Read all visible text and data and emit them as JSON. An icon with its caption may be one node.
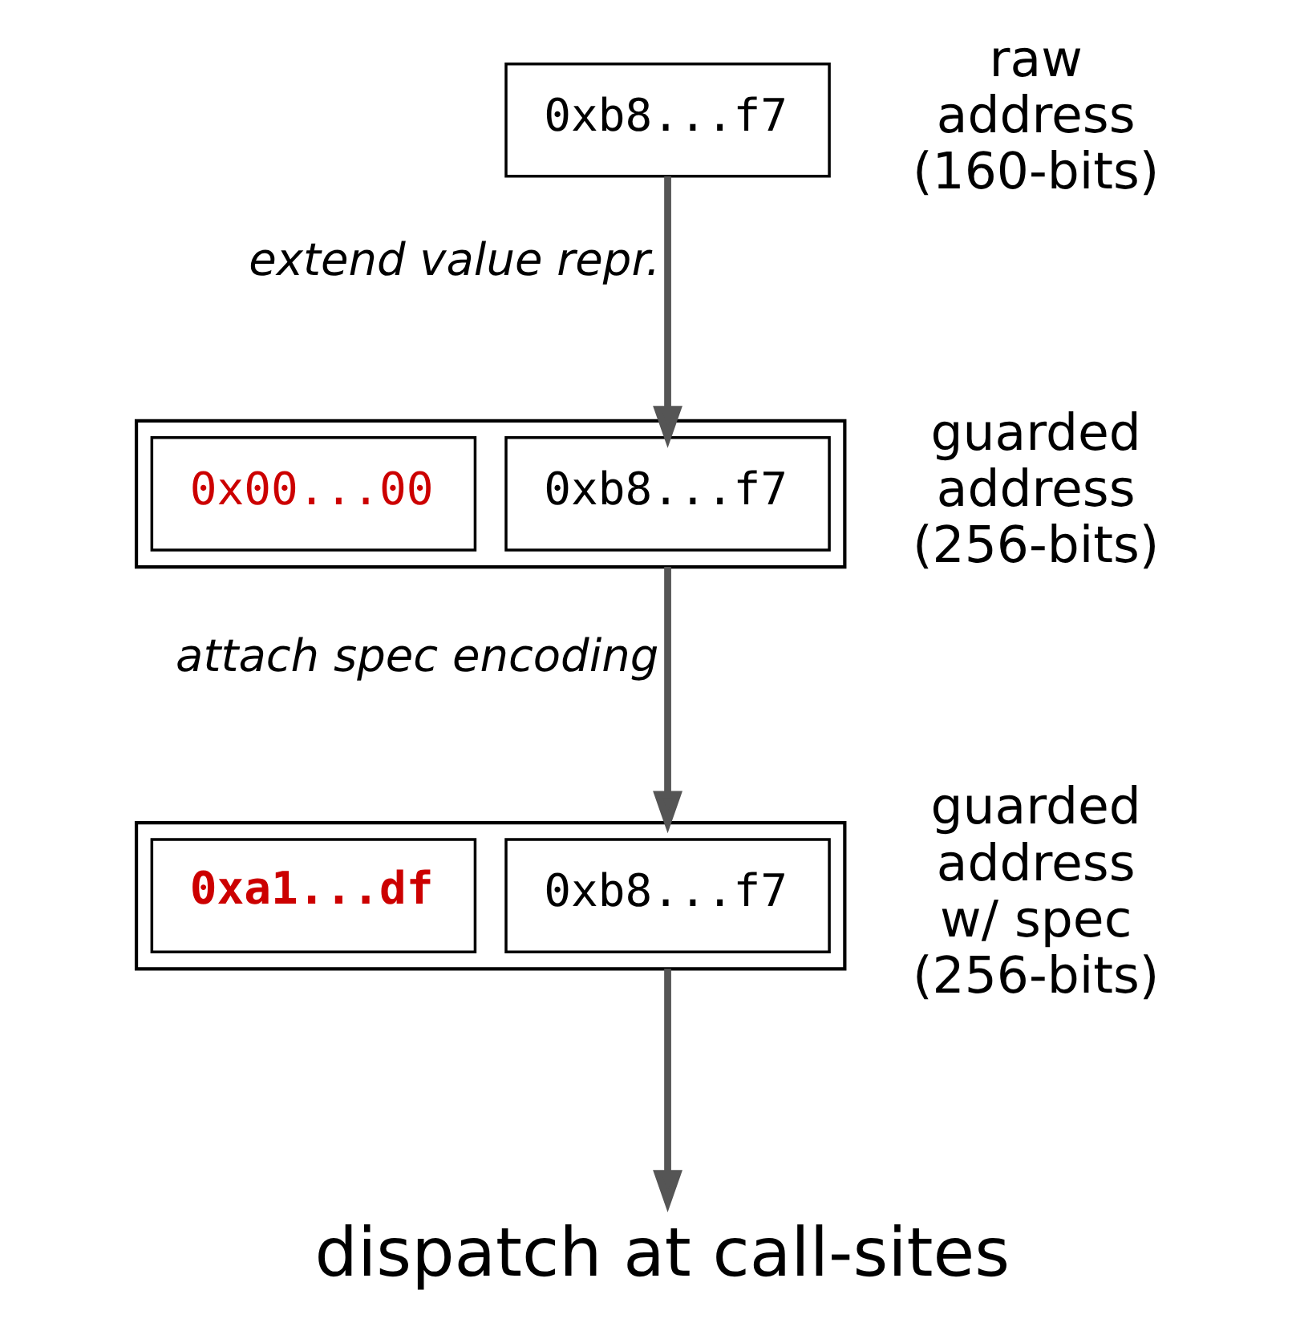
{
  "diagram": {
    "nodes": [
      {
        "text": [
          "0xb8...f7"
        ],
        "beside": [
          "raw address (160-bits)"
        ]
      },
      {
        "text": [],
        "shape": "box",
        "beside": [
          "guarded address (256-bits)"
        ]
      },
      {
        "text": [
          "0x00...00"
        ],
        "in": 1
      },
      {
        "text": [
          "0xb8...f7"
        ],
        "in": 1
      },
      {
        "text": [],
        "shape": "box",
        "beside": [
          "guarded address w/ spec (256-bits)"
        ]
      },
      {
        "text": [
          "0xa1...df"
        ],
        "in": 4
      },
      {
        "text": [
          "0xb8...f7"
        ],
        "in": 4
      },
      {
        "text": [
          "dispatch at call-sites"
        ]
      }
    ],
    "edges": [
      {
        "from": 0,
        "to": 3,
        "arrow": "to",
        "label": "extend value repr."
      },
      {
        "from": 1,
        "to": 4,
        "arrow": "to",
        "label": "attach spec encoding"
      },
      {
        "from": 4,
        "to": 7,
        "arrow": "to"
      }
    ]
  }
}
